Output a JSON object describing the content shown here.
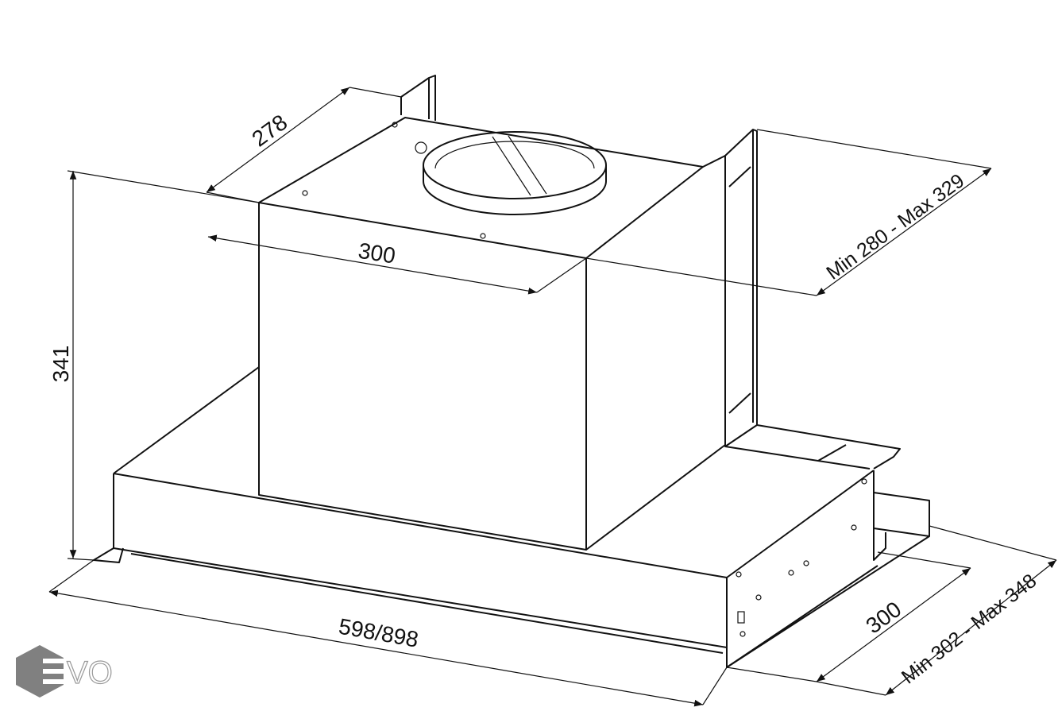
{
  "logo": {
    "text": "EVO",
    "color": "#808080"
  },
  "dimensions": {
    "depth_top": "278",
    "duct_width": "300",
    "height": "341",
    "wall_range": "Min 280 - Max 329",
    "width": "598/898",
    "hood_depth": "300",
    "depth_range": "Min 302 - Max 348"
  }
}
